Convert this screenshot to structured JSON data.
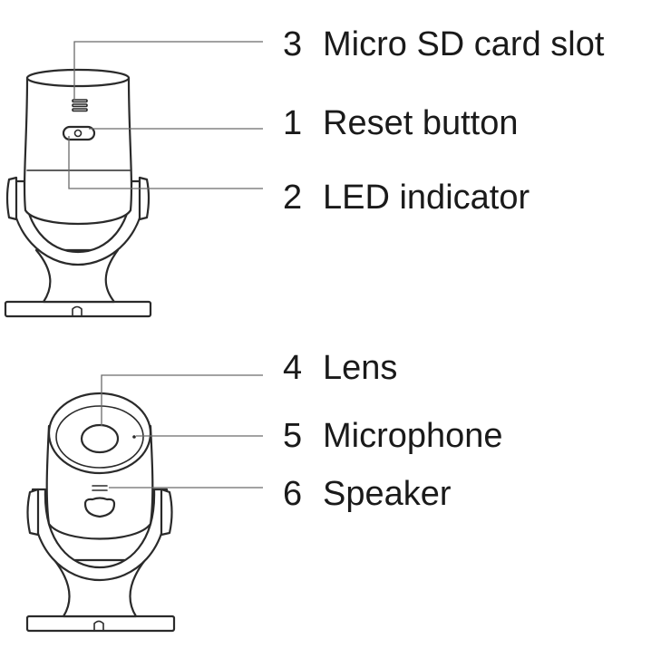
{
  "callouts": [
    {
      "num": "3",
      "label": "Micro SD card slot"
    },
    {
      "num": "1",
      "label": "Reset button"
    },
    {
      "num": "2",
      "label": "LED indicator"
    },
    {
      "num": "4",
      "label": "Lens"
    },
    {
      "num": "5",
      "label": "Microphone"
    },
    {
      "num": "6",
      "label": "Speaker"
    }
  ]
}
